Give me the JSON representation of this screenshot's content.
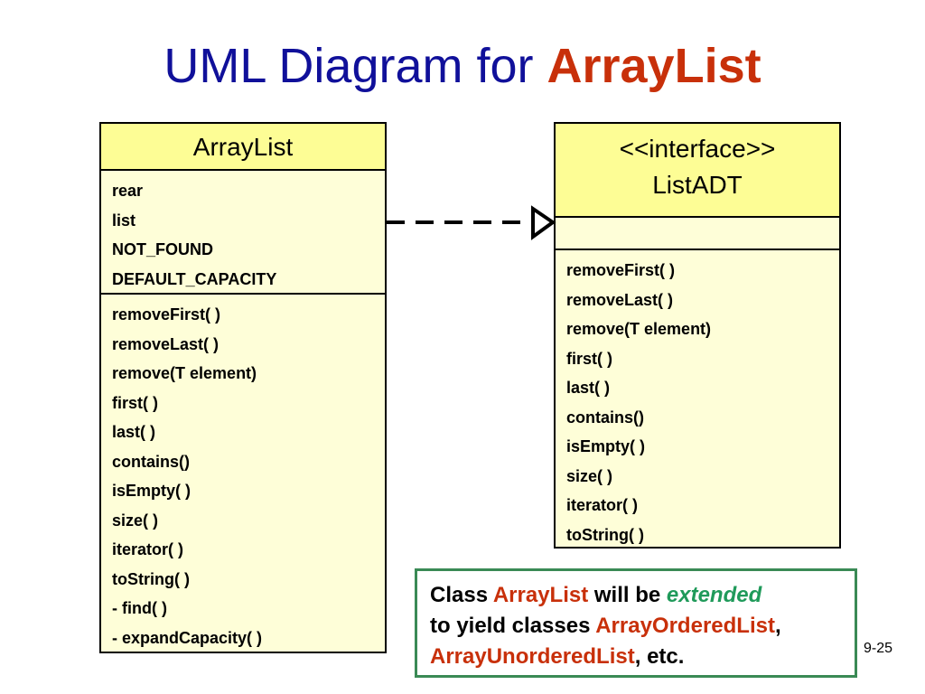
{
  "slide": {
    "title_prefix": "UML Diagram for ",
    "title_highlight": "ArrayList",
    "page_number": "9-25"
  },
  "arraylist": {
    "name": "ArrayList",
    "attributes": [
      "rear",
      "list",
      "NOT_FOUND",
      "DEFAULT_CAPACITY"
    ],
    "methods": [
      "removeFirst( )",
      "removeLast( )",
      "remove(T element)",
      "first( )",
      "last( )",
      "contains()",
      "isEmpty( )",
      "size( )",
      "iterator( )",
      "toString( )",
      "- find( )",
      "- expandCapacity( )"
    ]
  },
  "listadt": {
    "stereotype": "<<interface>>",
    "name": "ListADT",
    "attributes": [],
    "methods": [
      "removeFirst( )",
      "removeLast( )",
      "remove(T element)",
      "first( )",
      "last( )",
      "contains()",
      "isEmpty( )",
      "size( )",
      "iterator( )",
      "toString( )"
    ]
  },
  "note": {
    "w1": "Class ",
    "w2": "ArrayList",
    "w3": " will be ",
    "w4": "extended",
    "w5": "to yield classes ",
    "w6": "ArrayOrderedList",
    "w7": ",",
    "w8": "ArrayUnorderedList",
    "w9": ", etc."
  },
  "colors": {
    "title": "#10109a",
    "highlight": "#c8300a",
    "class_header": "#fdfd95",
    "class_body": "#fefed8",
    "note_border": "#3a8a55",
    "note_italic": "#1f9a5a"
  }
}
